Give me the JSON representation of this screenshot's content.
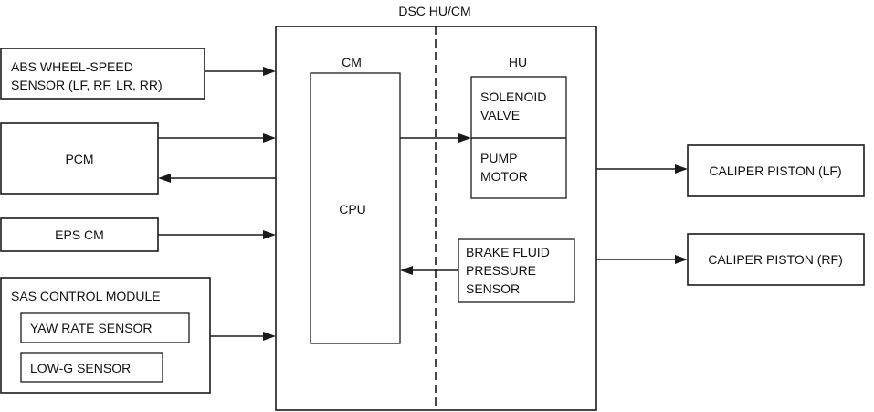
{
  "diagram": {
    "title": "DSC HU/CM",
    "cm_label": "CM",
    "hu_label": "HU",
    "cpu": "CPU",
    "inputs": {
      "abs": [
        "ABS WHEEL-SPEED",
        "SENSOR (LF, RF, LR, RR)"
      ],
      "pcm": "PCM",
      "eps": "EPS CM",
      "sas": "SAS CONTROL MODULE",
      "yaw": "YAW RATE SENSOR",
      "lowg": "LOW-G SENSOR"
    },
    "hu": {
      "solenoid": [
        "SOLENOID",
        "VALVE"
      ],
      "pump": [
        "PUMP",
        "MOTOR"
      ],
      "brake": [
        "BRAKE FLUID",
        "PRESSURE",
        "SENSOR"
      ]
    },
    "outputs": {
      "lf": "CALIPER PISTON (LF)",
      "rf": "CALIPER PISTON (RF)"
    }
  }
}
